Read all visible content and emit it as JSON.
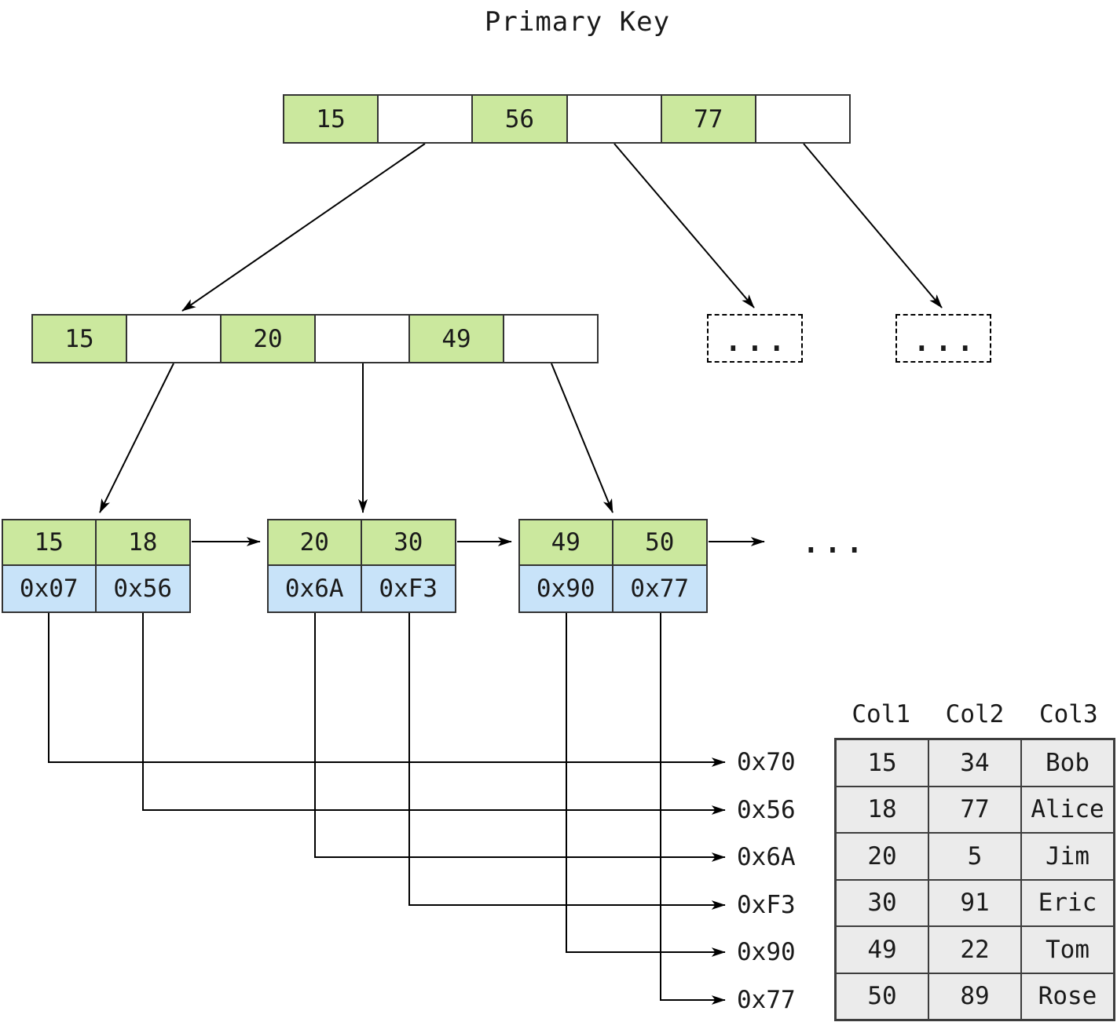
{
  "title": "Primary Key",
  "colors": {
    "key_cell_fill": "#cbe89e",
    "address_cell_fill": "#c8e3f9",
    "table_cell_fill": "#ebebeb",
    "node_border": "#333333",
    "line_color": "#000000"
  },
  "diagram": {
    "root_node": {
      "cells": [
        "15",
        "",
        "56",
        "",
        "77",
        ""
      ]
    },
    "internal_node": {
      "cells": [
        "15",
        "",
        "20",
        "",
        "49",
        ""
      ]
    },
    "dashed_nodes": [
      "...",
      "..."
    ],
    "leaf_nodes": [
      {
        "keys": [
          "15",
          "18"
        ],
        "addresses": [
          "0x07",
          "0x56"
        ]
      },
      {
        "keys": [
          "20",
          "30"
        ],
        "addresses": [
          "0x6A",
          "0xF3"
        ]
      },
      {
        "keys": [
          "49",
          "50"
        ],
        "addresses": [
          "0x90",
          "0x77"
        ]
      }
    ],
    "leaf_chain_ellipsis": "...",
    "pointer_labels": [
      "0x70",
      "0x56",
      "0x6A",
      "0xF3",
      "0x90",
      "0x77"
    ]
  },
  "table": {
    "headers": [
      "Col1",
      "Col2",
      "Col3"
    ],
    "rows": [
      [
        "15",
        "34",
        "Bob"
      ],
      [
        "18",
        "77",
        "Alice"
      ],
      [
        "20",
        "5",
        "Jim"
      ],
      [
        "30",
        "91",
        "Eric"
      ],
      [
        "49",
        "22",
        "Tom"
      ],
      [
        "50",
        "89",
        "Rose"
      ]
    ]
  }
}
